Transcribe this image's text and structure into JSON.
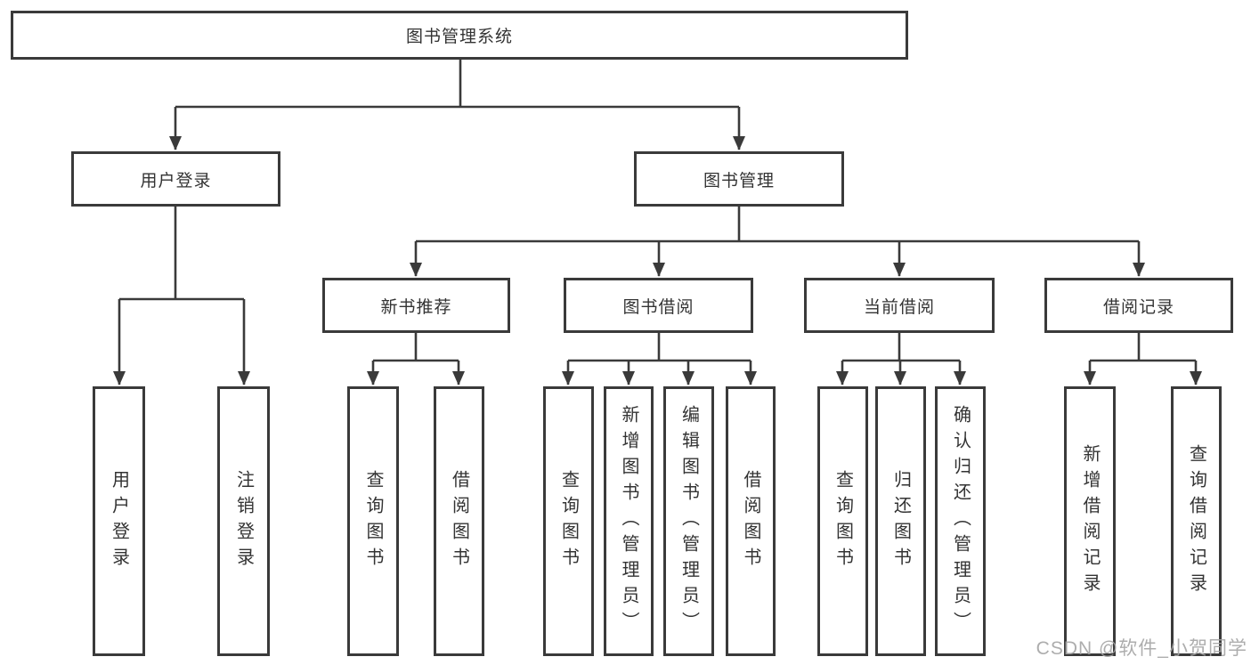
{
  "diagram": {
    "root": {
      "label": "图书管理系统"
    },
    "branches": [
      {
        "label": "用户登录",
        "children": [
          {
            "label": "用户登录"
          },
          {
            "label": "注销登录"
          }
        ]
      },
      {
        "label": "图书管理",
        "children": [
          {
            "label": "新书推荐",
            "children": [
              {
                "label": "查询图书"
              },
              {
                "label": "借阅图书"
              }
            ]
          },
          {
            "label": "图书借阅",
            "children": [
              {
                "label": "查询图书"
              },
              {
                "label": "新增图书（管理员）"
              },
              {
                "label": "编辑图书（管理员）"
              },
              {
                "label": "借阅图书"
              }
            ]
          },
          {
            "label": "当前借阅",
            "children": [
              {
                "label": "查询图书"
              },
              {
                "label": "归还图书"
              },
              {
                "label": "确认归还（管理员）"
              }
            ]
          },
          {
            "label": "借阅记录",
            "children": [
              {
                "label": "新增借阅记录"
              },
              {
                "label": "查询借阅记录"
              }
            ]
          }
        ]
      }
    ]
  },
  "watermark": {
    "text": "CSDN @软件_小贺同学"
  },
  "colors": {
    "line": "#3a3a3a",
    "text": "#333333",
    "watermark": "#ababab",
    "background": "#ffffff"
  }
}
